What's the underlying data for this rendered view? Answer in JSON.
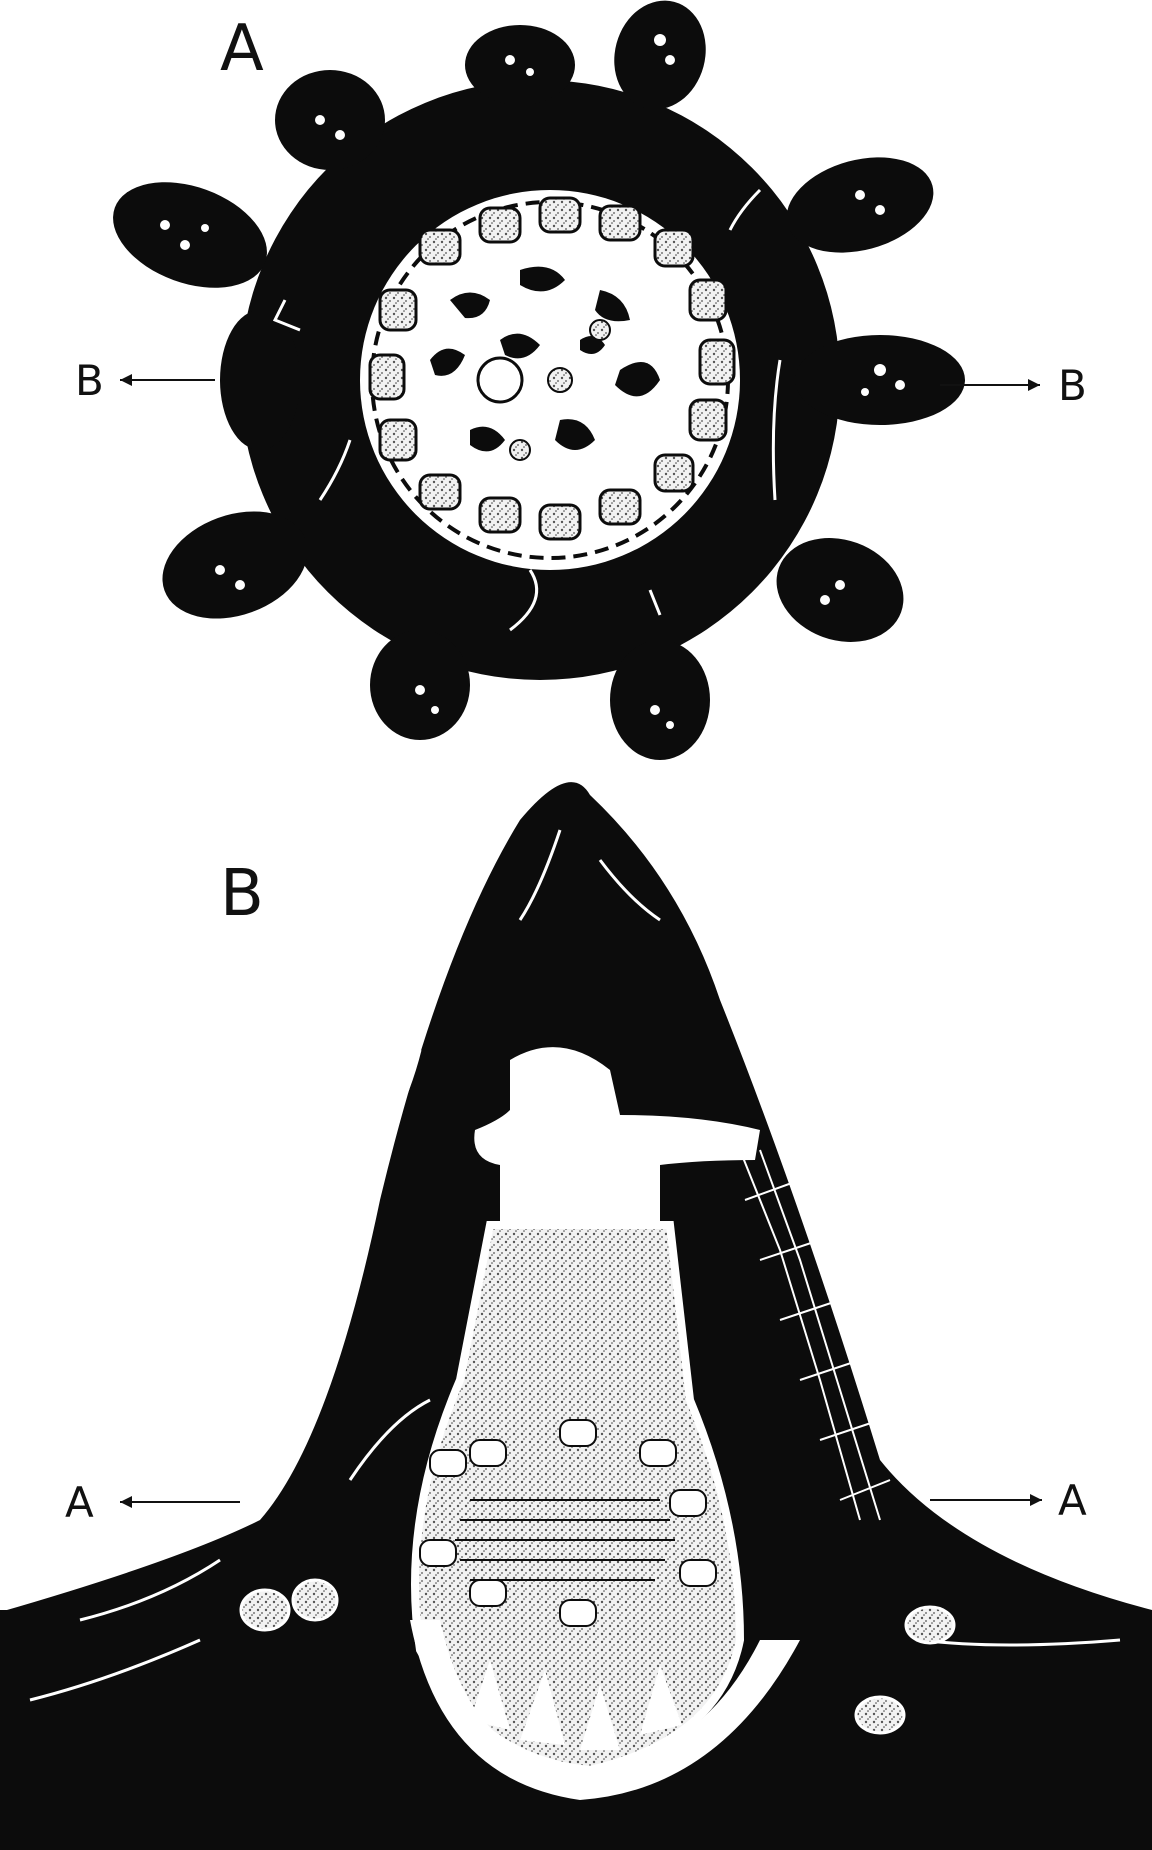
{
  "figure": {
    "panel_a": {
      "title": "A"
    },
    "panel_b": {
      "title": "B"
    },
    "section_marks": {
      "b_left": "B",
      "b_right": "B",
      "a_left": "A",
      "a_right": "A"
    }
  },
  "colors": {
    "ink": "#0c0c0c",
    "paper": "#ffffff",
    "stipple": "#bdbdbd"
  }
}
